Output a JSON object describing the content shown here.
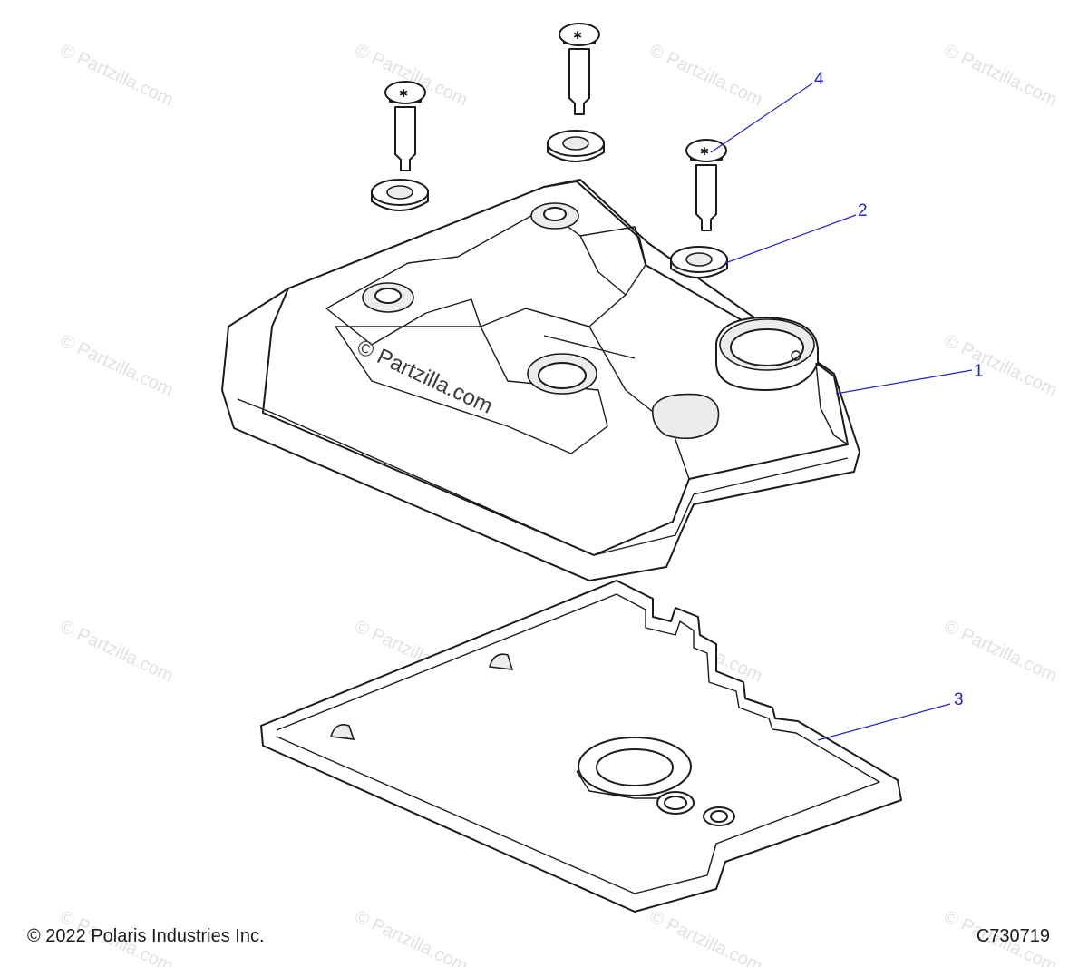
{
  "watermark": {
    "text": "© Partzilla.com",
    "center_text": "© Partzilla.com"
  },
  "callouts": [
    {
      "number": "1",
      "part": "cover"
    },
    {
      "number": "2",
      "part": "grommet"
    },
    {
      "number": "3",
      "part": "gasket"
    },
    {
      "number": "4",
      "part": "bolt"
    }
  ],
  "footer": {
    "copyright": "© 2022 Polaris Industries Inc.",
    "drawing_code": "C730719"
  },
  "colors": {
    "callout": "#2323c8",
    "outline": "#1c1c1c",
    "watermark": "#e2e2e2"
  }
}
